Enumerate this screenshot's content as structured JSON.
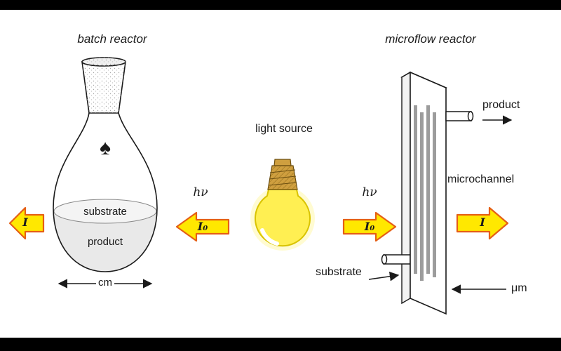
{
  "colors": {
    "bar": "#000000",
    "arrow_fill": "#ffe800",
    "arrow_stroke": "#e55f15",
    "bulb_fill": "#ffef52",
    "bulb_stroke": "#d9c300",
    "bulb_glow": "#fff9b8",
    "brass_fill": "#cf9f3f",
    "brass_stroke": "#6b4e10",
    "liquid_fill": "#e9e9e9",
    "liquid_surface": "#f4f4f4",
    "channel_fill": "#9c9c9c"
  },
  "batch": {
    "title": "batch reactor",
    "spade": "♠",
    "substrate_label": "substrate",
    "product_label": "product",
    "scale_label": "cm",
    "intensity_out": "I"
  },
  "light": {
    "title": "light source",
    "hv_left": "hν",
    "hv_right": "hν",
    "i0_left": "I₀",
    "i0_right": "I₀"
  },
  "microflow": {
    "title": "microflow reactor",
    "product_label": "product",
    "substrate_label": "substrate",
    "microchannel_label": "microchannel",
    "intensity_out": "I",
    "scale_label": "μm"
  }
}
